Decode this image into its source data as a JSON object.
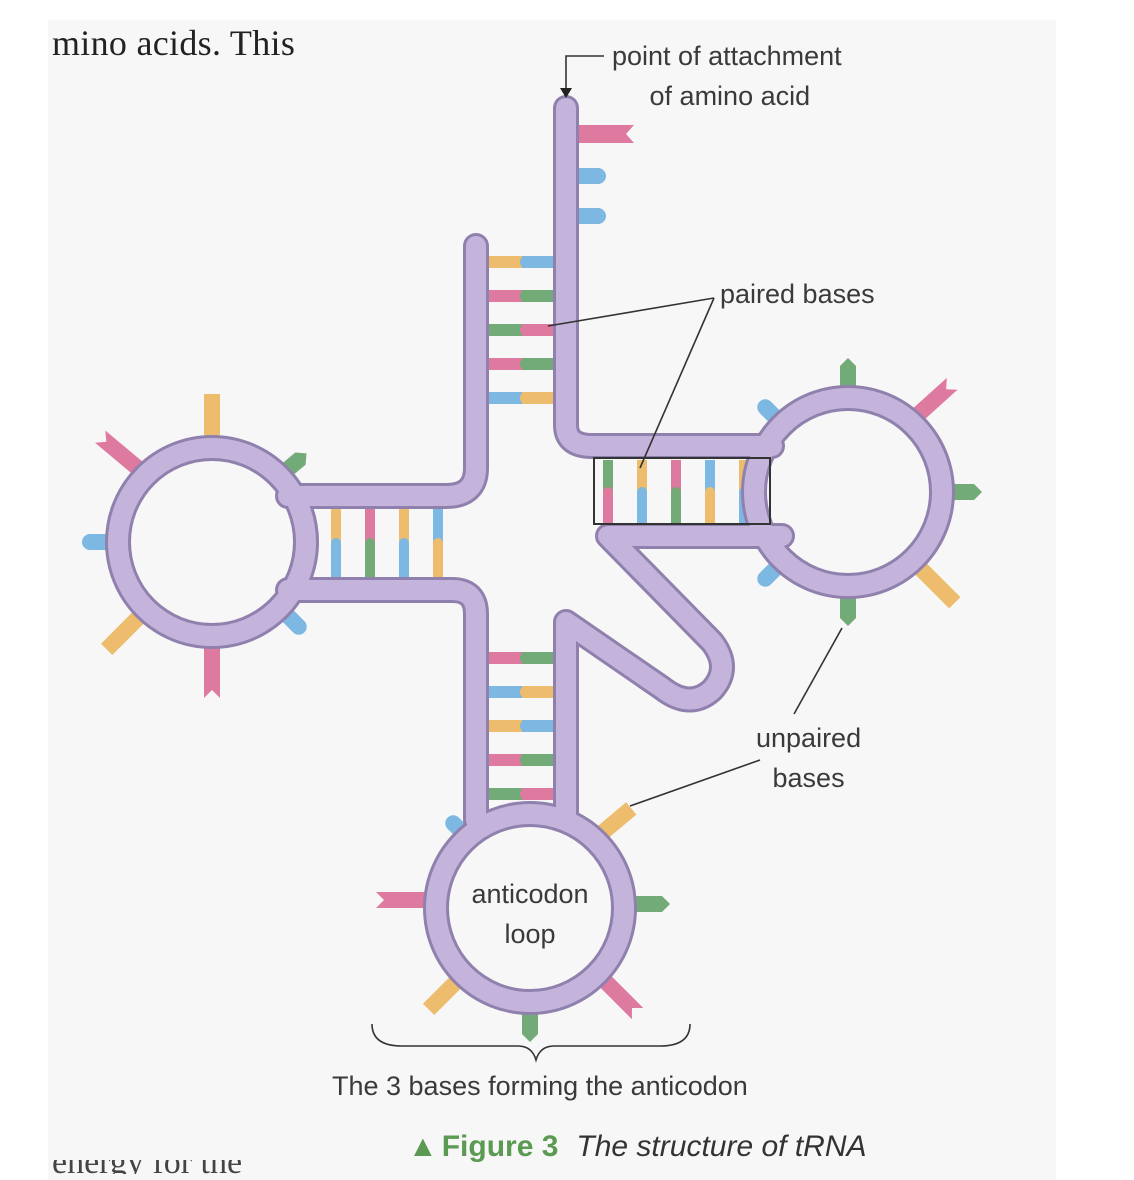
{
  "page_text": {
    "top_fragment": "mino acids. This",
    "bottom_fragment": "energy for the"
  },
  "labels": {
    "attachment_line1": "point of attachment",
    "attachment_line2": "of amino acid",
    "paired_bases": "paired bases",
    "unpaired_line1": "unpaired",
    "unpaired_line2": "bases",
    "anticodon_line1": "anticodon",
    "anticodon_line2": "loop",
    "anticodon_bases": "The 3 bases forming the anticodon"
  },
  "caption": {
    "marker": "▲",
    "figure_label": "Figure 3",
    "title": "The structure of tRNA"
  },
  "colors": {
    "backbone": "#c4b3db",
    "backbone_outline": "#8f80ad",
    "base_pink": "#de7aa0",
    "base_blue": "#7cb8e2",
    "base_green": "#72ab78",
    "base_orange": "#edbc6c",
    "accent_green": "#5a9a52"
  }
}
